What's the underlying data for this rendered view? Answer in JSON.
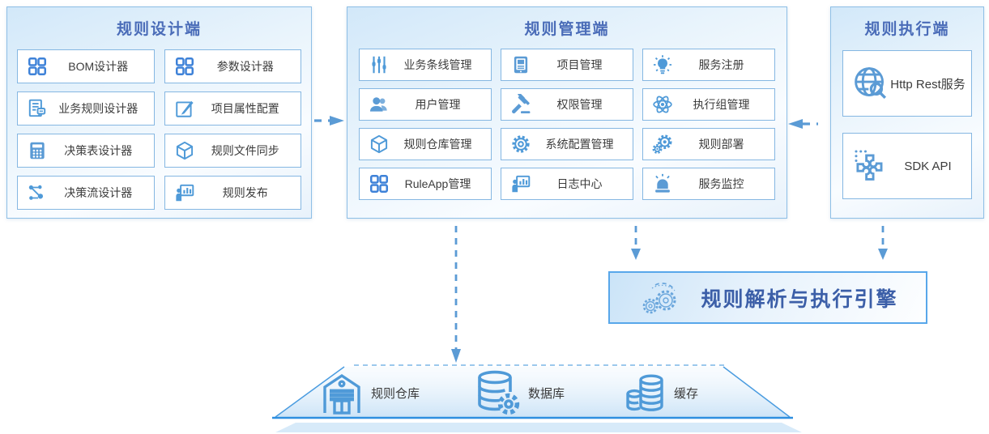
{
  "colors": {
    "accent": "#5b9bd5",
    "panel_title": "#4a6cb8",
    "panel_border": "#8ebfe6",
    "item_border": "#85b7e2",
    "item_label": "#3c3c3c",
    "arrow": "#5b9bd5",
    "engine_border": "#58a7ea",
    "engine_title": "#3c5fa8",
    "platform_edge": "#3e97e6"
  },
  "panels": [
    {
      "id": "design",
      "title": "规则设计端",
      "columns": 2,
      "items": [
        {
          "label": "BOM设计器",
          "icon": "grid"
        },
        {
          "label": "参数设计器",
          "icon": "grid"
        },
        {
          "label": "业务规则设计器",
          "icon": "rule-doc"
        },
        {
          "label": "项目属性配置",
          "icon": "pencil-square"
        },
        {
          "label": "决策表设计器",
          "icon": "calculator"
        },
        {
          "label": "规则文件同步",
          "icon": "cube"
        },
        {
          "label": "决策流设计器",
          "icon": "flow"
        },
        {
          "label": "规则发布",
          "icon": "presenter"
        }
      ]
    },
    {
      "id": "manage",
      "title": "规则管理端",
      "columns": 3,
      "items": [
        {
          "label": "业务条线管理",
          "icon": "sliders"
        },
        {
          "label": "项目管理",
          "icon": "tablet-doc"
        },
        {
          "label": "服务注册",
          "icon": "bulb"
        },
        {
          "label": "用户管理",
          "icon": "users"
        },
        {
          "label": "权限管理",
          "icon": "gavel"
        },
        {
          "label": "执行组管理",
          "icon": "atom"
        },
        {
          "label": "规则仓库管理",
          "icon": "cube"
        },
        {
          "label": "系统配置管理",
          "icon": "gear"
        },
        {
          "label": "规则部署",
          "icon": "gears"
        },
        {
          "label": "RuleApp管理",
          "icon": "grid"
        },
        {
          "label": "日志中心",
          "icon": "presenter"
        },
        {
          "label": "服务监控",
          "icon": "siren"
        }
      ]
    },
    {
      "id": "execute",
      "title": "规则执行端",
      "columns": 1,
      "items": [
        {
          "label": "Http Rest服务",
          "icon": "globe-search"
        },
        {
          "label": "SDK API",
          "icon": "puzzle"
        }
      ]
    }
  ],
  "engine": {
    "title": "规则解析与执行引擎",
    "icon": "engine-gears"
  },
  "platform": {
    "items": [
      {
        "label": "规则仓库",
        "icon": "warehouse"
      },
      {
        "label": "数据库",
        "icon": "database-gear"
      },
      {
        "label": "缓存",
        "icon": "coins"
      }
    ]
  }
}
